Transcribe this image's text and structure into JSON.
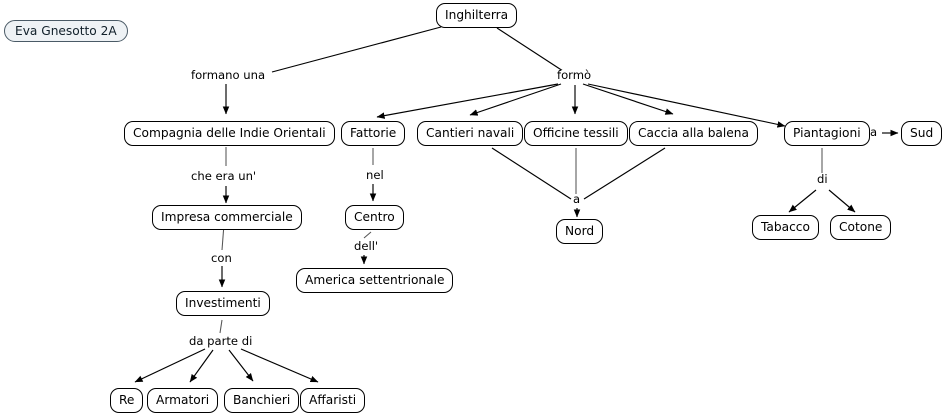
{
  "title": "Concept map - Inghilterra",
  "author_badge": {
    "label": "Eva Gnesotto 2A"
  },
  "nodes": {
    "inghilterra": "Inghilterra",
    "compagnia": "Compagnia delle Indie Orientali",
    "fattorie": "Fattorie",
    "cantieri": "Cantieri navali",
    "officine": "Officine tessili",
    "caccia": "Caccia alla balena",
    "piantagioni": "Piantagioni",
    "sud": "Sud",
    "impresa": "Impresa commerciale",
    "centro": "Centro",
    "nord": "Nord",
    "tabacco": "Tabacco",
    "cotone": "Cotone",
    "america": "America settentrionale",
    "investimenti": "Investimenti",
    "re": "Re",
    "armatori": "Armatori",
    "banchieri": "Banchieri",
    "affaristi": "Affaristi"
  },
  "link_labels": {
    "formano_una": "formano una",
    "formo": "formò",
    "che_era_un": "che era un'",
    "nel": "nel",
    "dell": "dell'",
    "con": "con",
    "da_parte_di": "da parte di",
    "a_nord": "a",
    "a_sud": "a",
    "di": "di"
  },
  "colors": {
    "node_border": "#000000",
    "node_fill": "#ffffff",
    "badge_fill": "#eef2f5",
    "badge_border": "#4a5a66",
    "edge": "#000000",
    "background": "#ffffff"
  }
}
